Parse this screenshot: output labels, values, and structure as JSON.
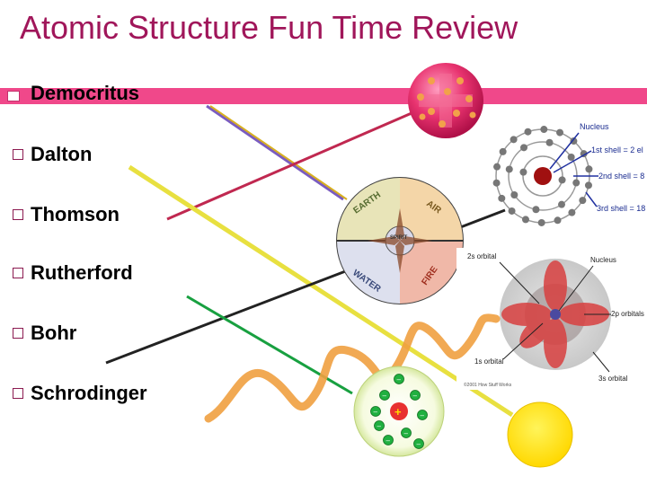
{
  "slide": {
    "title": "Atomic Structure Fun Time Review",
    "bullets": [
      "Democritus",
      "Dalton",
      "Thomson",
      "Rutherford",
      "Bohr",
      "Schrodinger"
    ]
  },
  "bohr_diagram": {
    "nucleus_label": "Nucleus",
    "shell1_label": "1st shell = 2 el",
    "shell2_label": "2nd shell = 8",
    "shell3_label": "3rd shell = 18"
  },
  "orbital_diagram": {
    "orbital_2s": "2s orbital",
    "nucleus": "Nucleus",
    "orbital_2p": "2p orbitals",
    "orbital_1s": "1s orbital",
    "orbital_3s": "3s orbital",
    "credit": "©2001 How Stuff Works"
  },
  "elements_wheel": {
    "earth": "EARTH",
    "air": "AIR",
    "water": "WATER",
    "fire": "FIRE",
    "spirit": "SPIRIT"
  },
  "rutherford_atom": {
    "nucleus_sign": "+",
    "electron_sign": "–"
  },
  "colors": {
    "title": "#a0165a",
    "band": "#f0488a",
    "thomson_sphere": "#e8336f",
    "sun": "#ffe000",
    "wave": "#f0a040"
  }
}
